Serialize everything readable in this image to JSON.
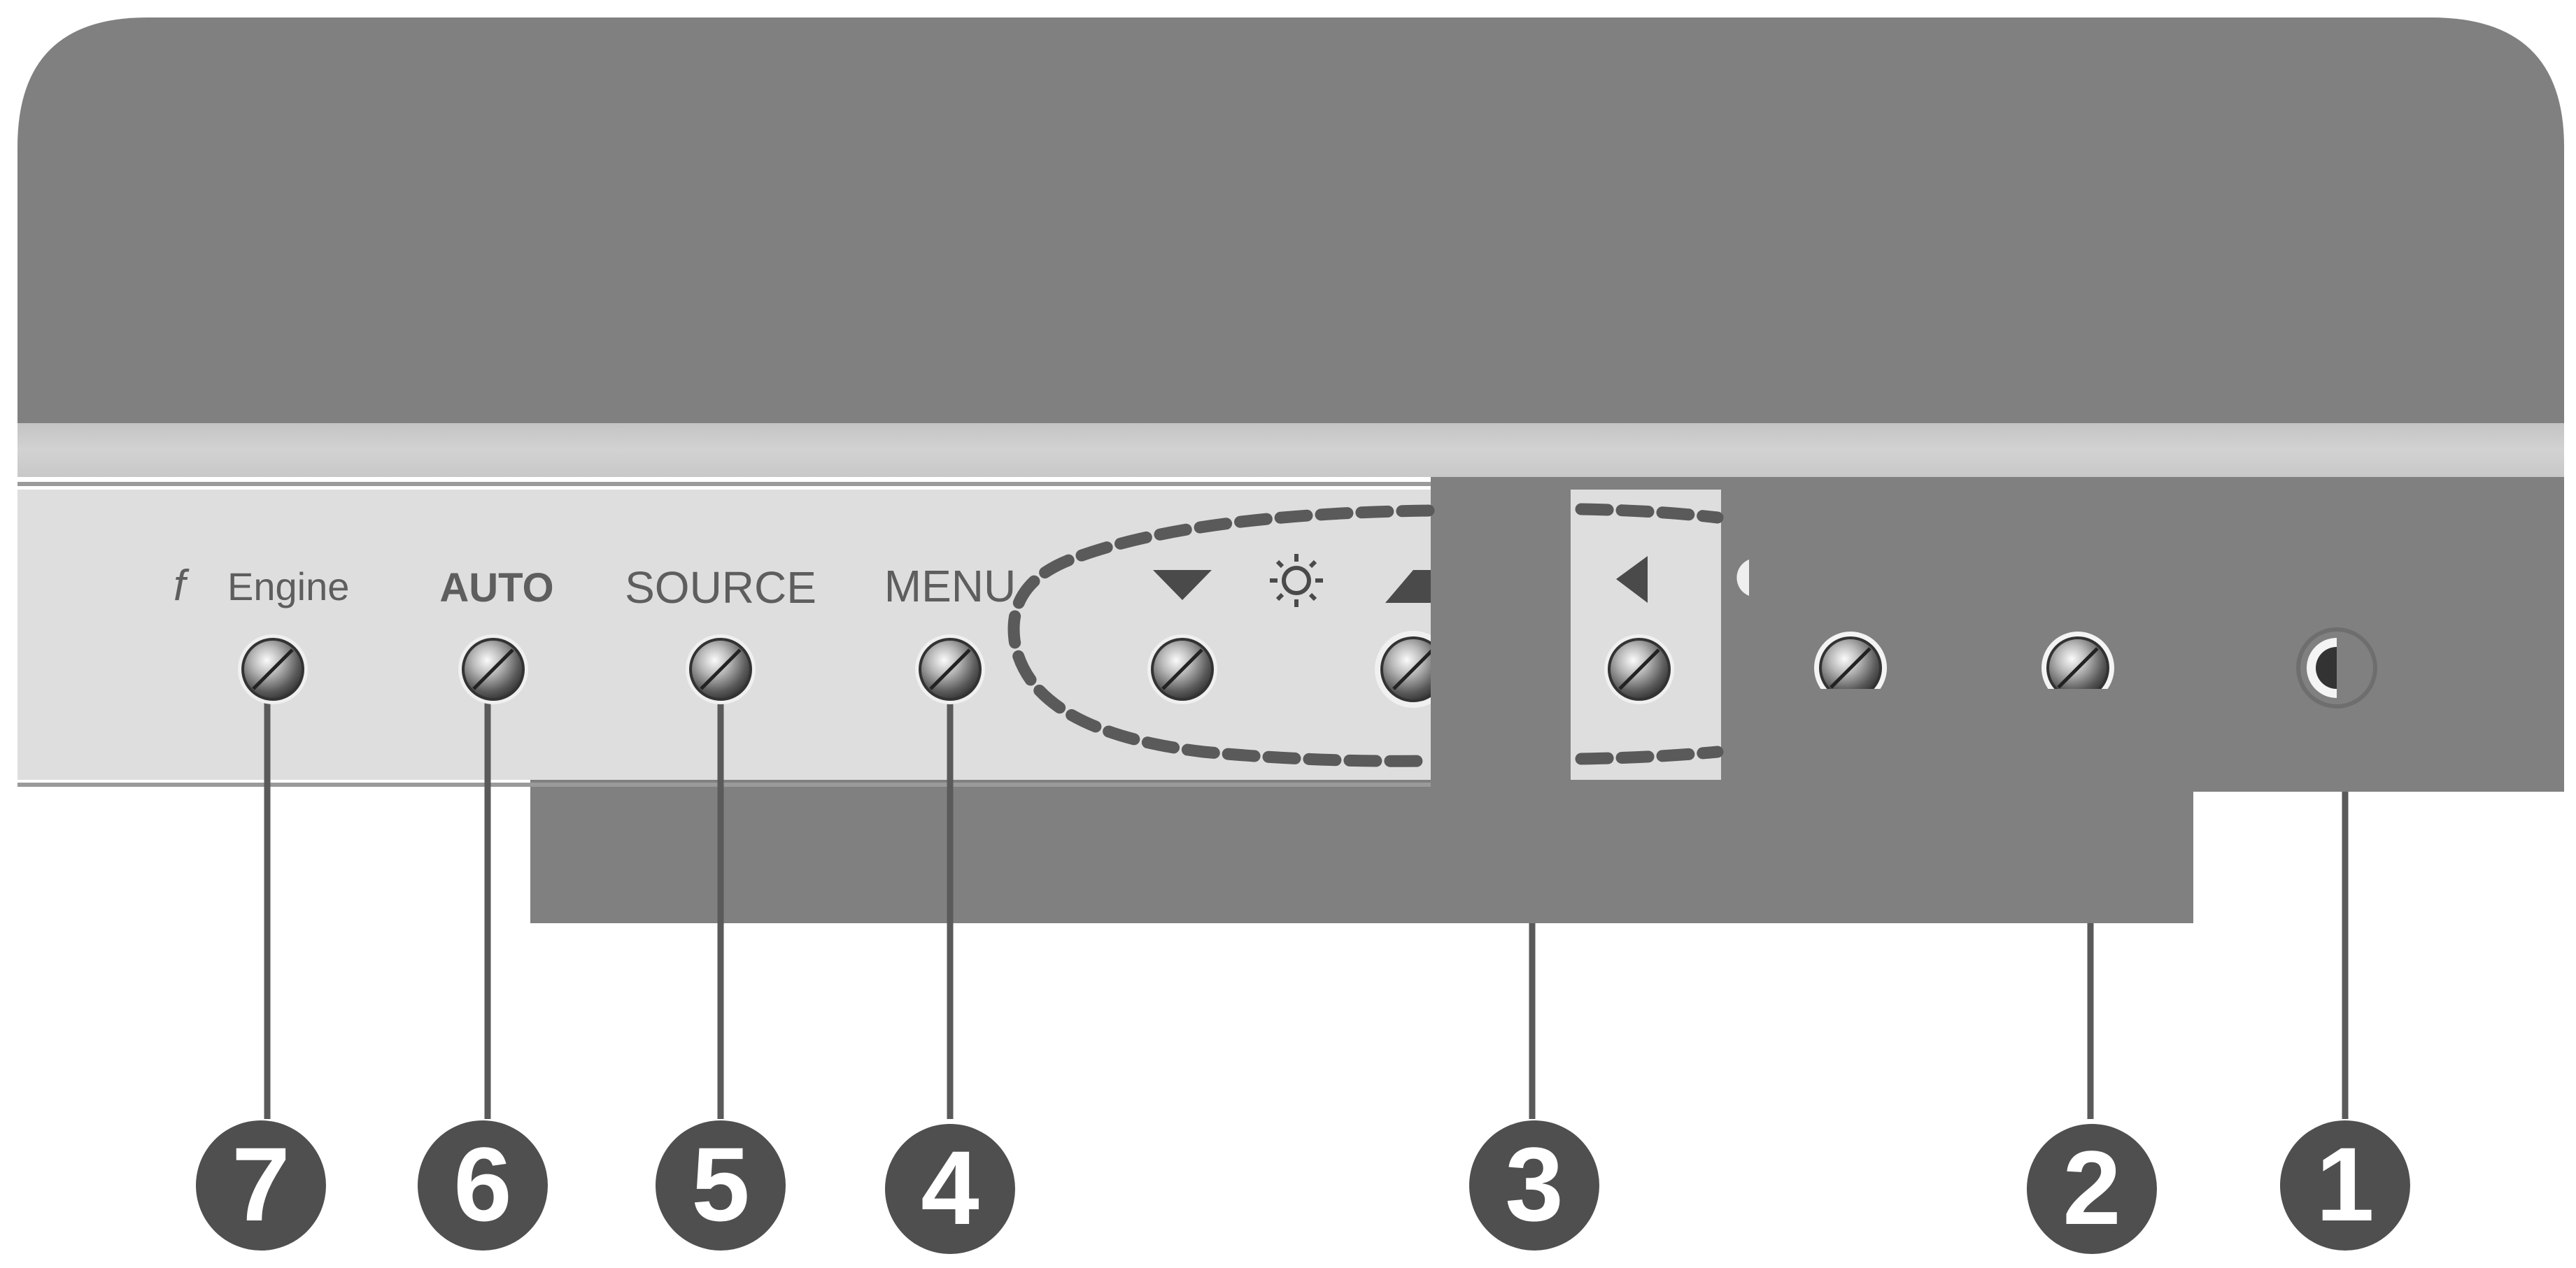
{
  "labels": {
    "fengine_f": "f",
    "fengine_text": "Engine",
    "auto": "AUTO",
    "source": "SOURCE",
    "menu": "MENU"
  },
  "callouts": [
    "1",
    "2",
    "3",
    "4",
    "5",
    "6",
    "7"
  ],
  "icons": {
    "down": "triangle-down-icon",
    "brightness": "sun-icon",
    "up": "triangle-up-icon",
    "left": "triangle-left-icon"
  },
  "colors": {
    "bezel": "#808080",
    "panel": "#dedede",
    "line": "#595959",
    "callout_fill": "#4f4f4f"
  }
}
